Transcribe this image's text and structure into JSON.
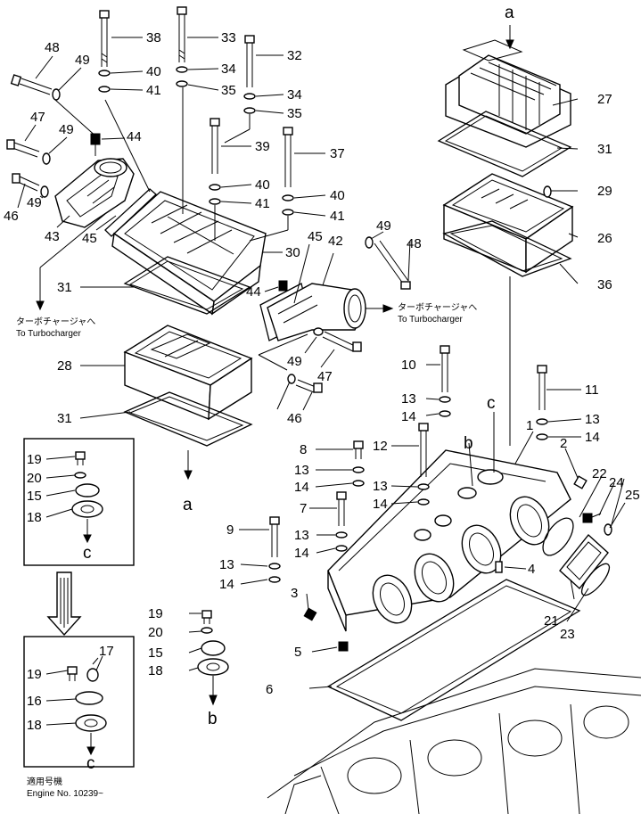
{
  "callouts": {
    "p1": "1",
    "p2": "2",
    "p3": "3",
    "p4": "4",
    "p5": "5",
    "p6": "6",
    "p7": "7",
    "p8": "8",
    "p9": "9",
    "p10": "10",
    "p11": "11",
    "p12": "12",
    "p13a": "13",
    "p13b": "13",
    "p13c": "13",
    "p13d": "13",
    "p13e": "13",
    "p13f": "13",
    "p14a": "14",
    "p14b": "14",
    "p14c": "14",
    "p14d": "14",
    "p14e": "14",
    "p14f": "14",
    "p15a": "15",
    "p15b": "15",
    "p16": "16",
    "p17": "17",
    "p18a": "18",
    "p18b": "18",
    "p18c": "18",
    "p19a": "19",
    "p19b": "19",
    "p19c": "19",
    "p20a": "20",
    "p20b": "20",
    "p21": "21",
    "p22": "22",
    "p23": "23",
    "p24": "24",
    "p25": "25",
    "p26": "26",
    "p27": "27",
    "p28": "28",
    "p29": "29",
    "p30": "30",
    "p31a": "31",
    "p31b": "31",
    "p31c": "31",
    "p32": "32",
    "p33": "33",
    "p34a": "34",
    "p34b": "34",
    "p35a": "35",
    "p35b": "35",
    "p36": "36",
    "p37": "37",
    "p38": "38",
    "p39": "39",
    "p40a": "40",
    "p40b": "40",
    "p40c": "40",
    "p41a": "41",
    "p41b": "41",
    "p41c": "41",
    "p42": "42",
    "p43": "43",
    "p44a": "44",
    "p44b": "44",
    "p45a": "45",
    "p45b": "45",
    "p46a": "46",
    "p46b": "46",
    "p47a": "47",
    "p47b": "47",
    "p48a": "48",
    "p48b": "48",
    "p49a": "49",
    "p49b": "49",
    "p49c": "49",
    "p49d": "49",
    "p49e": "49"
  },
  "refs": {
    "a_top": "a",
    "a_bottom": "a",
    "b_mid": "b",
    "b_bottom": "b",
    "c_mid": "c",
    "c_inset1": "c",
    "c_inset2": "c"
  },
  "notes": {
    "turbo_jp_left": "ターボチャージャへ",
    "turbo_en_left": "To  Turbocharger",
    "turbo_jp_right": "ターボチャージャへ",
    "turbo_en_right": "To  Turbocharger",
    "engine_jp": "適用号機",
    "engine_no": "Engine  No.  10239~"
  }
}
